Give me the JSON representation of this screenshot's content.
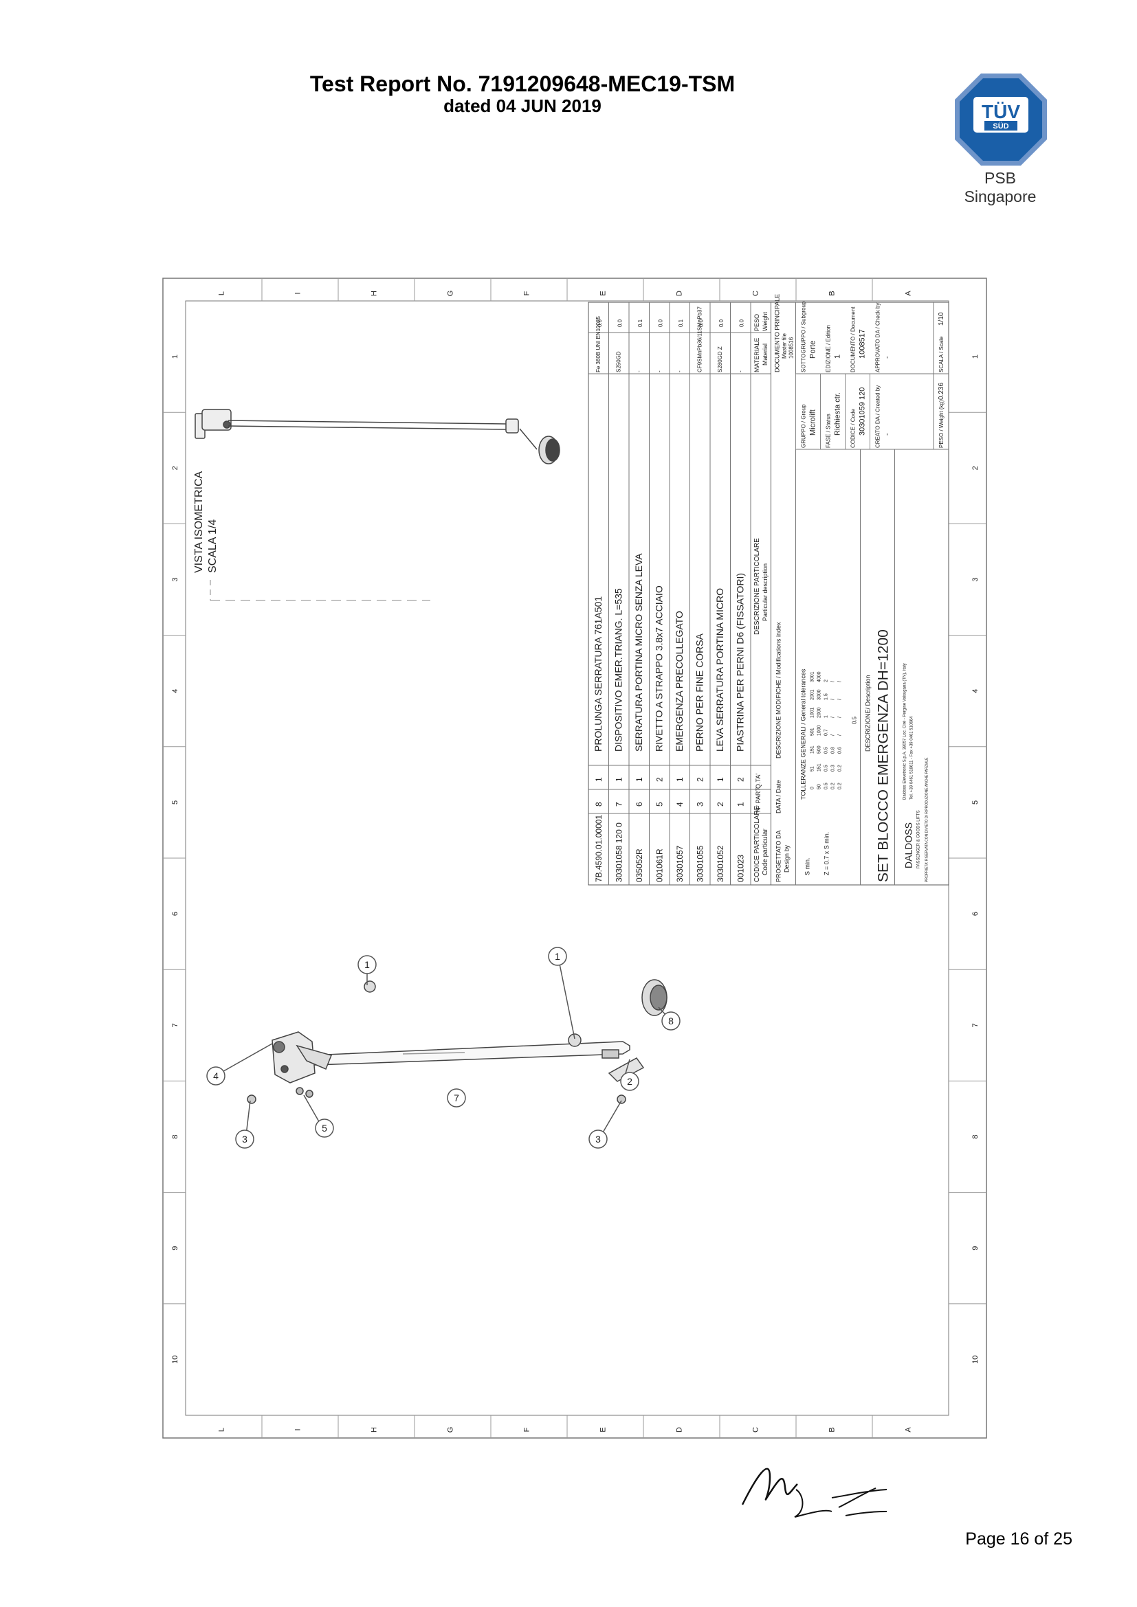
{
  "header": {
    "report_title": "Test Report No. 7191209648-MEC19-TSM",
    "report_date": "dated 04 JUN 2019"
  },
  "logo": {
    "brand": "TÜV",
    "sub": "SÜD",
    "caption": "PSB Singapore",
    "color": "#1a5fa8"
  },
  "drawing": {
    "frame_rows": [
      "L",
      "I",
      "H",
      "G",
      "F",
      "E",
      "D",
      "C",
      "B",
      "A"
    ],
    "frame_cols": [
      "1",
      "2",
      "3",
      "4",
      "5",
      "6",
      "7",
      "8",
      "9",
      "10"
    ],
    "iso_title": "VISTA ISOMETRICA",
    "iso_scale": "SCALA 1/4",
    "balloons": [
      "1",
      "1",
      "2",
      "3",
      "3",
      "4",
      "5",
      "7",
      "8"
    ],
    "bom": [
      {
        "code": "7B.4590.01.00001",
        "part": "8",
        "qty": "1",
        "desc": "PROLUNGA SERRATURA 761A501",
        "material": "Fe 360B UNI EN10025",
        "weight": "0.0"
      },
      {
        "code": "30301058 120 0",
        "part": "7",
        "qty": "1",
        "desc": "DISPOSITIVO EMER.TRIANG. L=535",
        "material": "S250GD",
        "weight": "0.0"
      },
      {
        "code": "035052R",
        "part": "6",
        "qty": "1",
        "desc": "SERRATURA PORTINA MICRO SENZA LEVA",
        "material": "-",
        "weight": "0.1"
      },
      {
        "code": "001061R",
        "part": "5",
        "qty": "2",
        "desc": "RIVETTO A STRAPPO 3.8x7 ACCIAIO",
        "material": "-",
        "weight": "0.0"
      },
      {
        "code": "30301057",
        "part": "4",
        "qty": "1",
        "desc": "EMERGENZA PRECOLLEGATO",
        "material": "-",
        "weight": "0.1"
      },
      {
        "code": "30301055",
        "part": "3",
        "qty": "2",
        "desc": "PERNO PER FINE CORSA",
        "material": "CF9SMnPb36/11SMnPb37",
        "weight": "0.0"
      },
      {
        "code": "30301052",
        "part": "2",
        "qty": "1",
        "desc": "LEVA SERRATURA PORTINA MICRO",
        "material": "S280GD Z",
        "weight": "0.0"
      },
      {
        "code": "001023",
        "part": "1",
        "qty": "2",
        "desc": "PIASTRINA PER PERNI D6 (FISSATORI)",
        "material": "-",
        "weight": "0.0"
      }
    ],
    "bom_head": {
      "code": "CODICE PARTICOLARE",
      "code_en": "Code particular",
      "part": "N° PART.",
      "qty": "Q.TA'",
      "desc": "DESCRIZIONE PARTICOLARE",
      "desc_en": "Particular description",
      "material": "MATERIALE",
      "material_en": "Material",
      "weight": "PESO",
      "weight_en": "Weight"
    },
    "tb": {
      "designed_by": "PROGETTATO DA",
      "designed_by_en": "Design by",
      "date": "DATA / Date",
      "modifications": "DESCRIZIONE MODIFICHE / Modifications index",
      "master_doc": "DOCUMENTO PRINCIPALE",
      "master_doc_en": "Master file",
      "master_doc_val": "1008516",
      "tolerances": "TOLLERANZE GENERALI / General tolerances",
      "tol_rows": [
        [
          "0",
          "51",
          "151",
          "501",
          "1001",
          "2001",
          "3001"
        ],
        [
          "50",
          "151",
          "500",
          "1000",
          "2000",
          "3000",
          "4000"
        ],
        [
          "0.5",
          "0.5",
          "0.5",
          "0.7",
          "1",
          "1.5",
          "2"
        ],
        [
          "0.2",
          "0.3",
          "0.8",
          "/",
          "/",
          "/",
          "/"
        ],
        [
          "0.2",
          "0.2",
          "0.6",
          "/",
          "/",
          "/",
          "/"
        ]
      ],
      "tol_extra": "0.5",
      "group": "GRUPPO / Group",
      "group_val": "Microlift",
      "subgroup": "SOTTOGRUPPO / Subgroup",
      "subgroup_val": "Porte",
      "status": "FASE / Status",
      "status_val": "Richiesta ctr.",
      "edition": "EDIZIONE / Edition",
      "edition_val": "1",
      "code_label": "CODICE / Code",
      "code_val": "30301059 120",
      "document": "DOCUMENTO / Document",
      "document_val": "1008517",
      "created_by": "CREATO DA / Created by",
      "created_by_val": "-",
      "check_by": "APPROVATO DA / Check by",
      "check_by_val": "-",
      "description_label": "DESCRIZIONE/ Description",
      "description": "SET BLOCCO EMERGENZA  DH=1200",
      "weight_label": "PESO / Weight (kg)",
      "weight_val": "0.236",
      "scale_label": "SCALA / Scale",
      "scale_val": "1/10",
      "weld_note": "Z = 0.7 x S min.",
      "s_min": "S min.",
      "company_name": "DALDOSS",
      "company_tag": "PASSENGER & GOODS LIFTS",
      "company_info": "Daldoss Elevetronic S.p.A. 38057 Loc. Cirè - Pergine Valsugana (TN), Italy",
      "company_phone": "Tel. +39 0461 518611 - Fax +39 0461 510664",
      "copyright": "PROPRIETA' RISERVATA CON DIVIETO DI RIPRODUZIONE ANCHE PARZIALE"
    }
  },
  "signature": "handwritten signature",
  "footer": {
    "page": "Page 16 of 25"
  }
}
